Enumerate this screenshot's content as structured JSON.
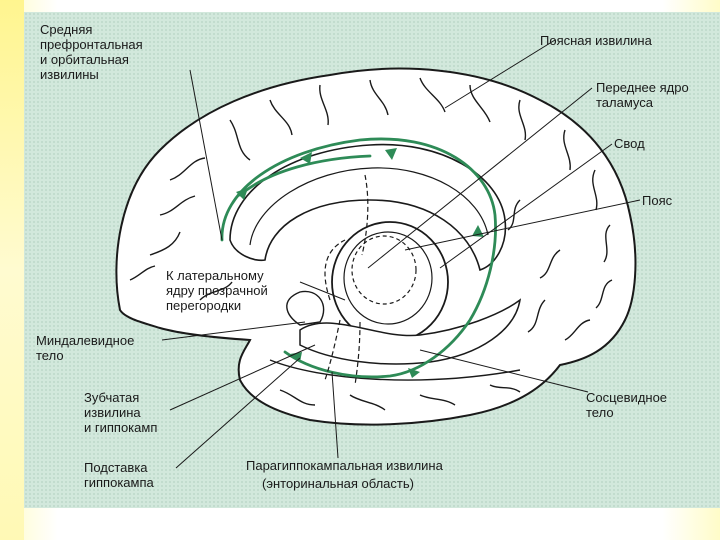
{
  "labels": {
    "prefrontal": "Средняя\nпрефронтальная\nи орбитальная\nизвилины",
    "cingulate_gyrus": "Поясная извилина",
    "anterior_thalamus": "Переднее ядро\nталамуса",
    "fornix": "Свод",
    "cingulum": "Пояс",
    "septum": "К латеральному\nядру прозрачной\nперегородки",
    "amygdala": "Миндалевидное\nтело",
    "dentate": "Зубчатая\nизвилина\nи гиппокамп",
    "mammillary": "Сосцевидное\nтело",
    "subiculum": "Подставка\nгиппокампа",
    "parahippocampal": "Парагиппокампальная извилина",
    "entorhinal": "(энторинальная область)"
  },
  "colors": {
    "panel_background": "#d2e8dc",
    "brain_fill": "#ffffff",
    "outline": "#1a1a1a",
    "pathway_green": "#2e8b57",
    "slide_accent_yellow": "#fff58f"
  }
}
